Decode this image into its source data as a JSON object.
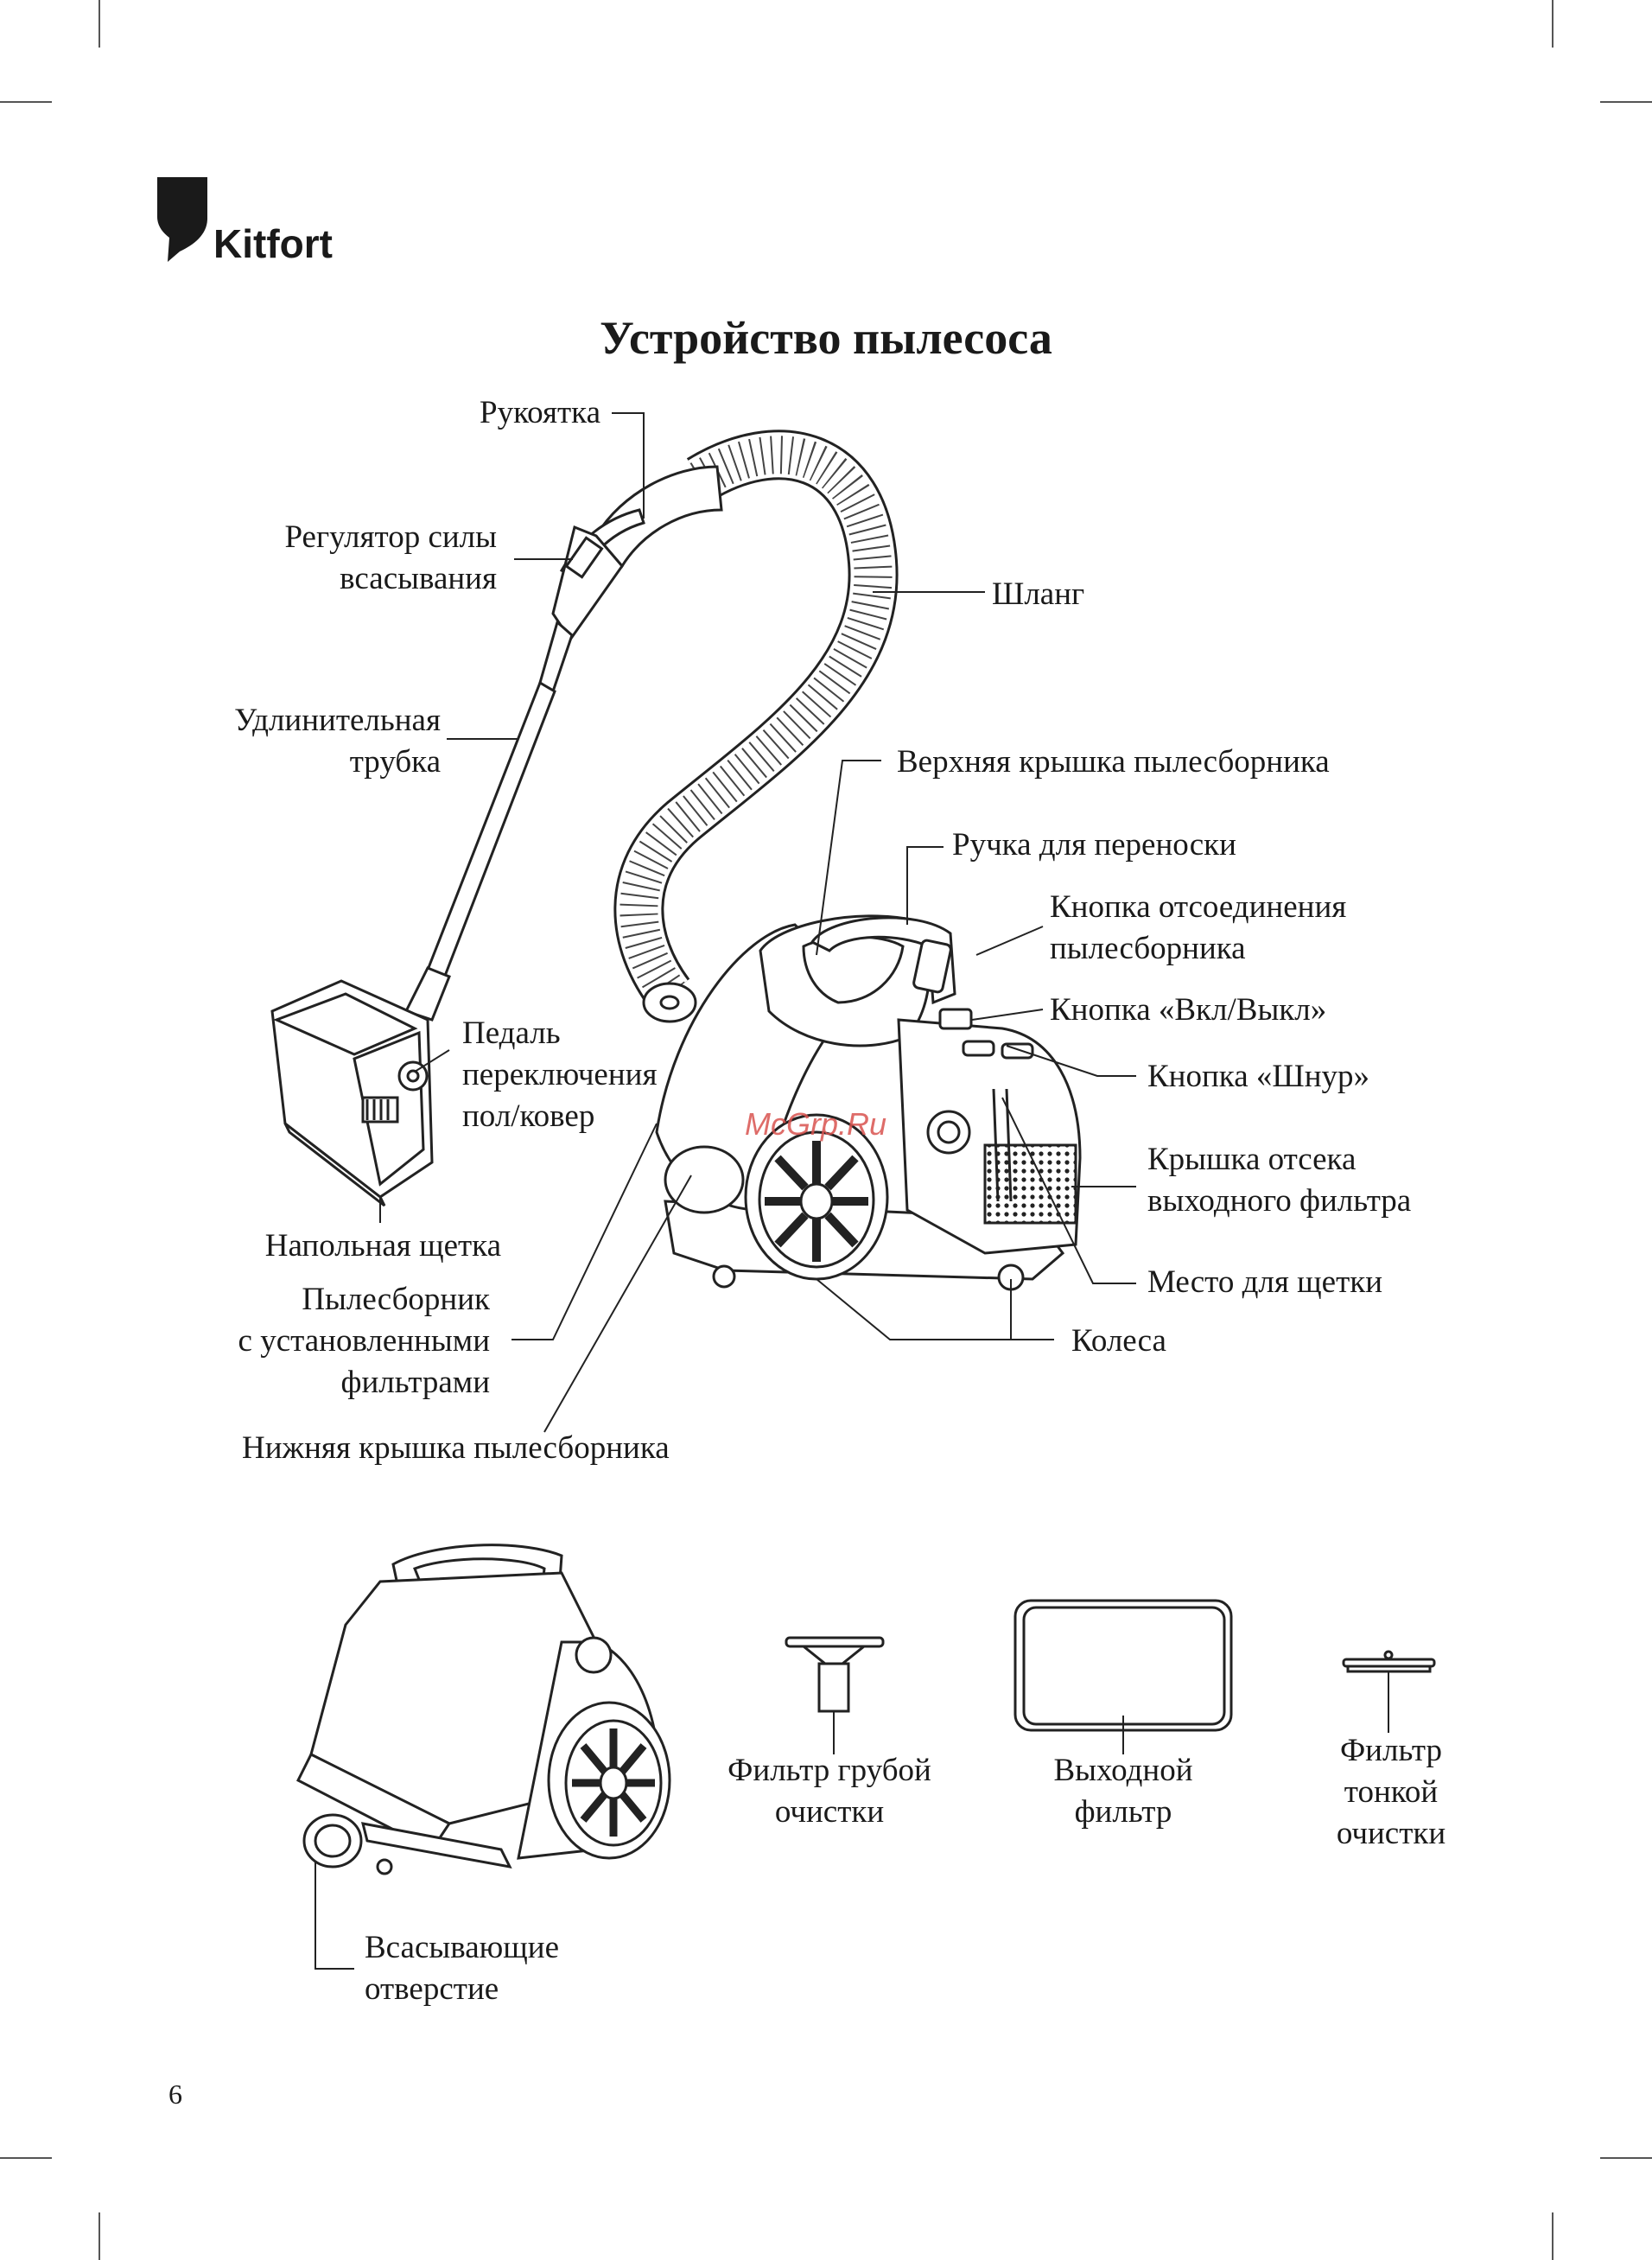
{
  "brand": {
    "name": "Kitfort"
  },
  "title": "Устройство пылесоса",
  "watermark": "McGrp.Ru",
  "page_number": "6",
  "labels": {
    "handle": "Рукоятка",
    "suction_regulator": [
      "Регулятор силы",
      "всасывания"
    ],
    "extension_tube": [
      "Удлинительная",
      "трубка"
    ],
    "hose": "Шланг",
    "top_cover": "Верхняя крышка пылесборника",
    "carry_handle": "Ручка для переноски",
    "release_button": [
      "Кнопка отсоединения",
      "пылесборника"
    ],
    "power_button": "Кнопка «Вкл/Выкл»",
    "cord_button": "Кнопка «Шнур»",
    "pedal": [
      "Педаль",
      "переключения",
      "пол/ковер"
    ],
    "outlet_cover": [
      "Крышка отсека",
      "выходного фильтра"
    ],
    "floor_brush": "Напольная щетка",
    "brush_place": "Место для щетки",
    "dust_container": [
      "Пылесборник",
      "с установленными",
      "фильтрами"
    ],
    "wheels": "Колеса",
    "bottom_cover": "Нижняя крышка пылесборника",
    "coarse_filter": [
      "Фильтр грубой",
      "очистки"
    ],
    "outlet_filter": [
      "Выходной",
      "фильтр"
    ],
    "fine_filter": [
      "Фильтр",
      "тонкой",
      "очистки"
    ],
    "suction_opening": [
      "Всасывающие",
      "отверстие"
    ]
  }
}
